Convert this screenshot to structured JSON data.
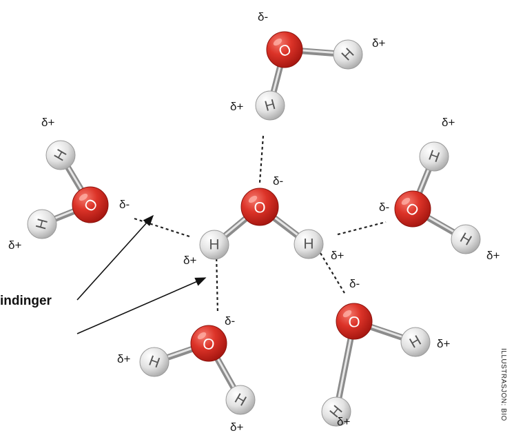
{
  "charges": {
    "top_o": "δ-",
    "top_h1": "δ+",
    "top_h2": "δ+",
    "left_h1": "δ+",
    "left_o": "δ-",
    "left_h2": "δ+",
    "center_o": "δ-",
    "center_h1": "δ+",
    "center_h2": "δ+",
    "right_h1": "δ+",
    "right_o": "δ-",
    "right_h2": "δ+",
    "br_o": "δ-",
    "br_h1": "δ+",
    "br_h2": "δ+",
    "bl_o": "δ-",
    "bl_h1": "δ+",
    "bl_h2": "δ+"
  },
  "atoms": {
    "oxygen": "O",
    "hydrogen": "H"
  },
  "callout": "indinger",
  "credit": "ILLUSTRASJON: BIO",
  "colors": {
    "oxygen": "#d42a22",
    "hydrogen": "#dcdcdc",
    "bond": "#8c8c8c"
  }
}
